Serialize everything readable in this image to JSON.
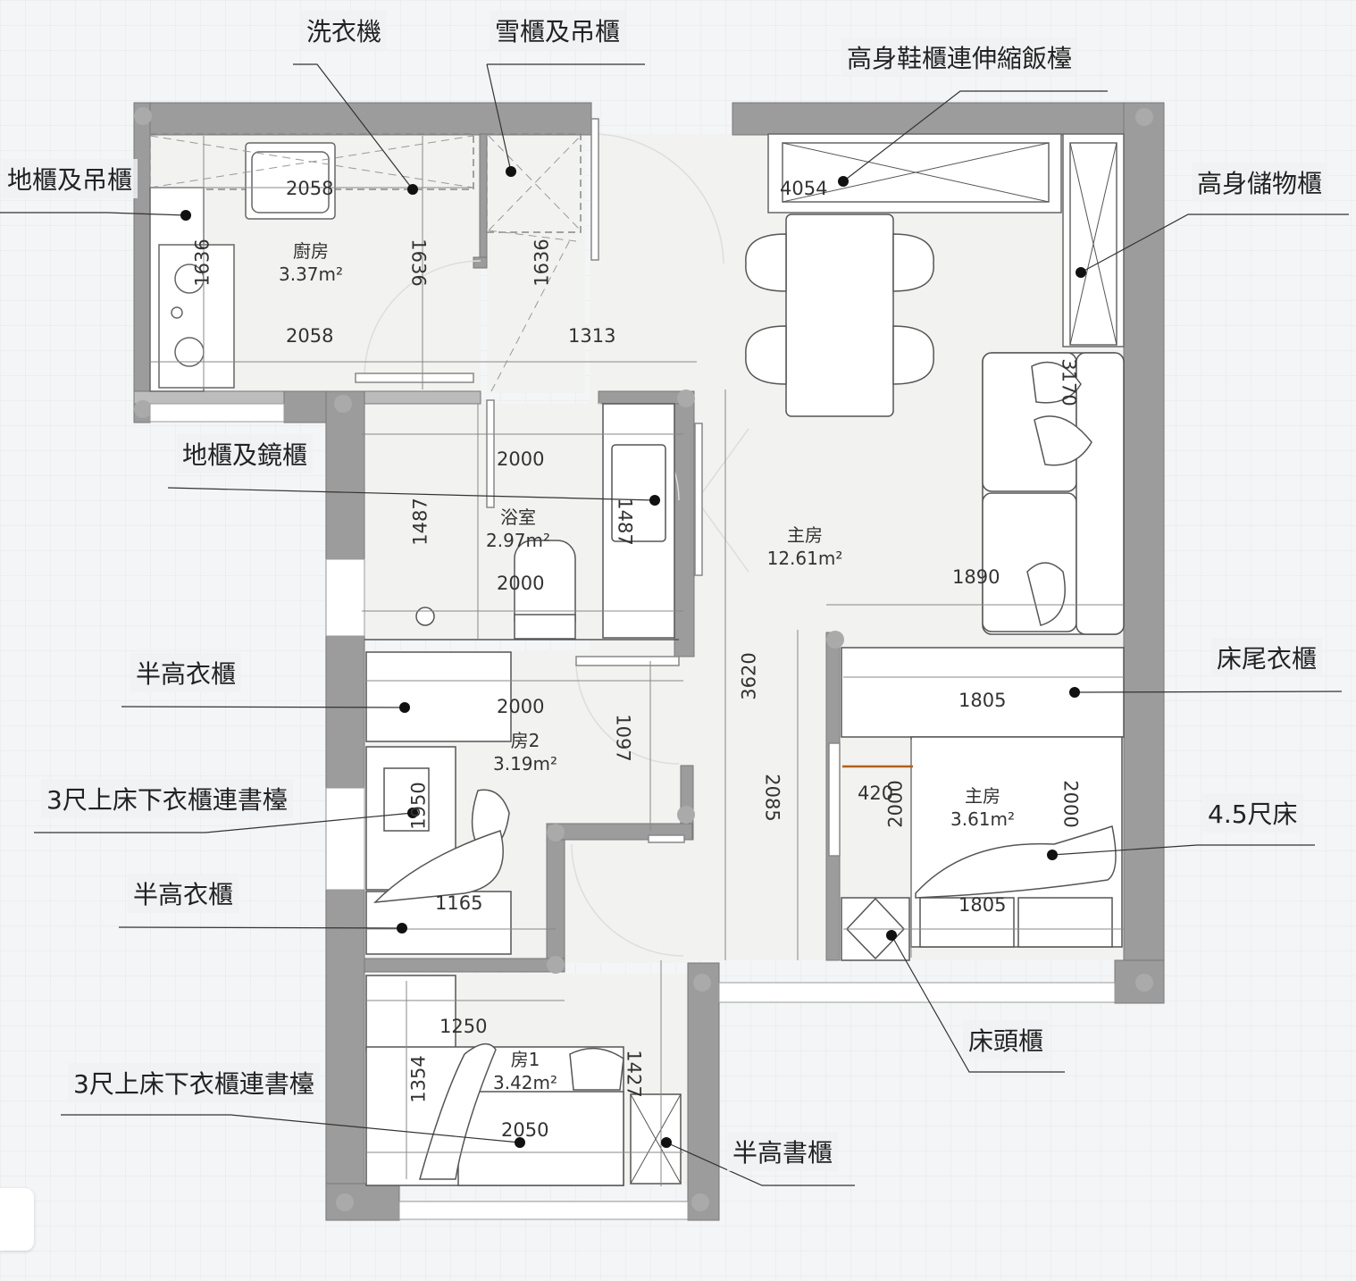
{
  "callouts": {
    "washing_machine": "洗衣機",
    "fridge_cabinet": "雪櫃及吊櫃",
    "tall_shoe_cabinet": "高身鞋櫃連伸縮飯檯",
    "base_wall_cabinet": "地櫃及吊櫃",
    "tall_storage": "高身儲物櫃",
    "base_mirror_cabinet": "地櫃及鏡櫃",
    "half_wardrobe_1": "半高衣櫃",
    "loft_bed_1": "3尺上床下衣櫃連書檯",
    "half_wardrobe_2": "半高衣櫃",
    "loft_bed_2": "3尺上床下衣櫃連書檯",
    "bed_end_wardrobe": "床尾衣櫃",
    "bed_45": "4.5尺床",
    "bedside_cabinet": "床頭櫃",
    "half_bookcase": "半高書櫃"
  },
  "rooms": {
    "kitchen": {
      "name": "廚房",
      "area": "3.37m²"
    },
    "bathroom": {
      "name": "浴室",
      "area": "2.97m²"
    },
    "living": {
      "name": "主房",
      "area": "12.61m²"
    },
    "room2": {
      "name": "房2",
      "area": "3.19m²"
    },
    "room1": {
      "name": "房1",
      "area": "3.42m²"
    },
    "master": {
      "name": "主房",
      "area": "3.61m²"
    }
  },
  "dims": {
    "k_top": "2058",
    "k_bottom": "2058",
    "k_left": "1636",
    "k_mid": "1636",
    "fridge_v": "1636",
    "corridor": "1313",
    "shoe": "4054",
    "sofa_v": "3170",
    "bath_top": "2000",
    "bath_bottom": "2000",
    "bath_left": "1487",
    "bath_right": "1487",
    "living_w": "1890",
    "living_h": "3620",
    "r2_top": "2000",
    "r2_door": "1097",
    "r2_desk": "1950",
    "r2_bottom": "1165",
    "m_top": "1805",
    "m_bottom": "1805",
    "m_v1": "2000",
    "m_v2": "2000",
    "m_gap": "420",
    "m_left": "2085",
    "r1_top": "1250",
    "r1_left": "1354",
    "r1_right": "1427",
    "r1_bottom": "2050"
  }
}
